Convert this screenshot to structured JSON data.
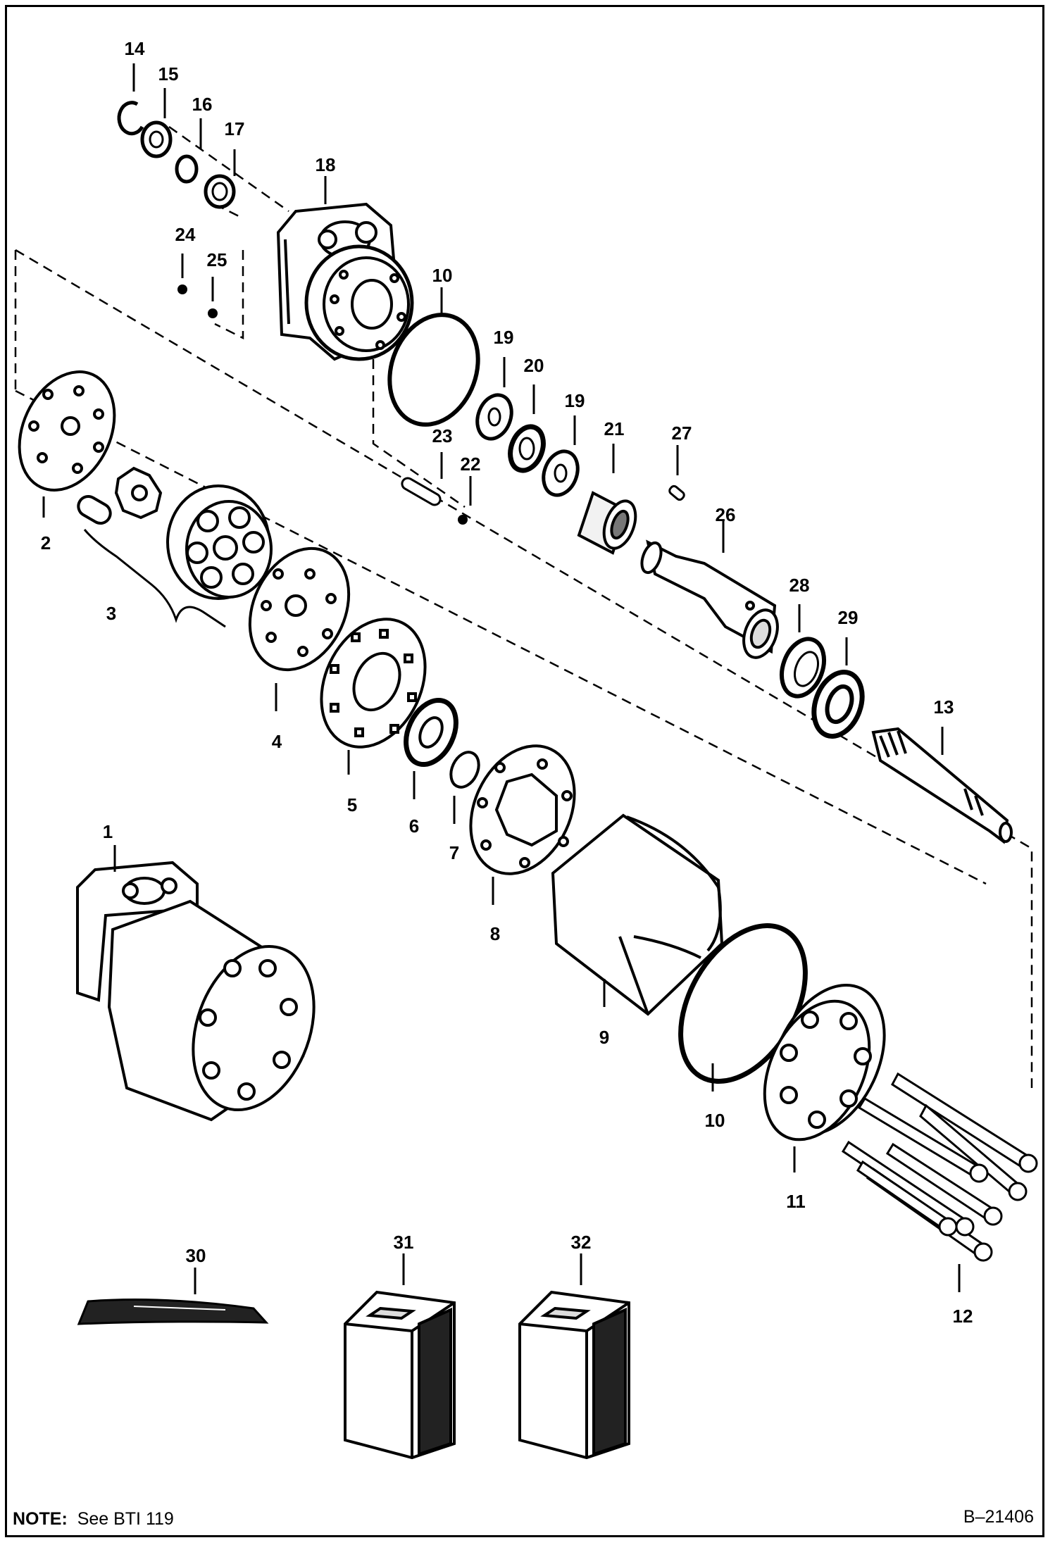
{
  "callouts": [
    "1",
    "2",
    "3",
    "4",
    "5",
    "6",
    "7",
    "8",
    "9",
    "10",
    "11",
    "12",
    "13",
    "14",
    "15",
    "16",
    "17",
    "18",
    "19",
    "20",
    "21",
    "22",
    "23",
    "24",
    "25",
    "26",
    "27",
    "28",
    "29",
    "30",
    "31",
    "32"
  ],
  "repeated_callouts": {
    "10_lower": "10",
    "19_right": "19"
  },
  "note": {
    "label": "NOTE:",
    "text": "See BTI 119"
  },
  "drawing_ref": "B–21406",
  "colors": {
    "line": "#000000",
    "background": "#ffffff",
    "shade": "#e6e6e6"
  }
}
